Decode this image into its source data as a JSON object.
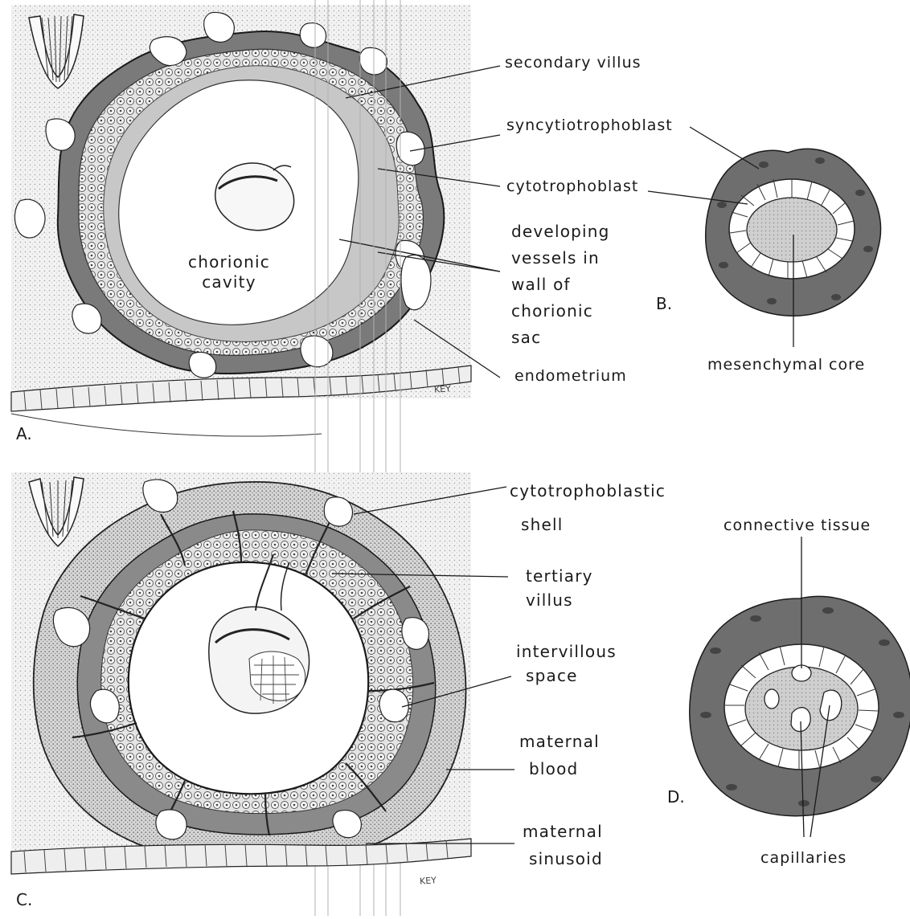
{
  "panels": {
    "a": "A.",
    "b": "B.",
    "c": "C.",
    "d": "D."
  },
  "artist_signature": "KEY",
  "labels_a": {
    "secondary_villus": "secondary villus",
    "syncytiotrophoblast": "syncytiotrophoblast",
    "cytotrophoblast": "cytotrophoblast",
    "developing_vessels": [
      "developing",
      "vessels in",
      "wall of",
      "chorionic",
      "sac"
    ],
    "endometrium": "endometrium",
    "chorionic_cavity": [
      "chorionic",
      "cavity"
    ]
  },
  "labels_b": {
    "mesenchymal_core": "mesenchymal core"
  },
  "labels_c": {
    "cytotrophoblastic_shell": [
      "cytotrophoblastic",
      "shell"
    ],
    "tertiary_villus": [
      "tertiary",
      "villus"
    ],
    "intervillous_space": [
      "intervillous",
      "space"
    ],
    "maternal_blood": [
      "maternal",
      "blood"
    ],
    "maternal_sinusoid": [
      "maternal",
      "sinusoid"
    ]
  },
  "labels_d": {
    "connective_tissue": "connective tissue",
    "capillaries": "capillaries"
  },
  "colors": {
    "syncytium_dark": "#6e6e6e",
    "endometrium_stipple": "#ececec",
    "mesenchyme_grey": "#bdbdbd",
    "line": "#1a1a1a"
  }
}
